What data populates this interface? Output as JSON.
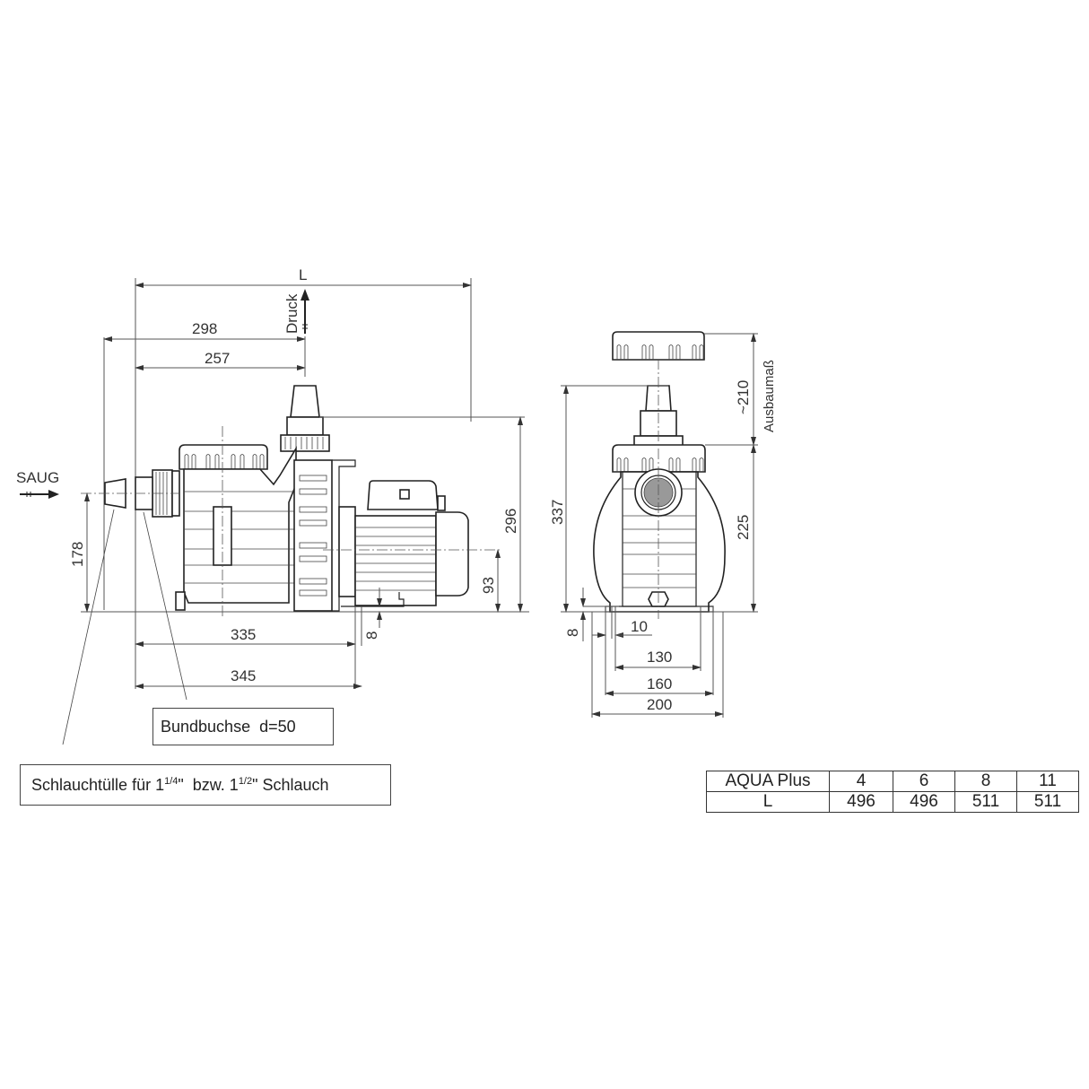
{
  "drawing": {
    "title": "AQUA Plus pump dimensional drawing",
    "side_view": {
      "labels": {
        "length": "L",
        "pressure": "Druck",
        "suction": "SAUG",
        "dim_298": "298",
        "dim_257": "257",
        "dim_296": "296",
        "dim_178": "178",
        "dim_93": "93",
        "dim_8": "8",
        "dim_335": "335",
        "dim_345": "345"
      }
    },
    "front_view": {
      "labels": {
        "removal_dim": "~210",
        "removal_label": "Ausbaumaß",
        "dim_337": "337",
        "dim_225": "225",
        "dim_8": "8",
        "dim_10": "10",
        "dim_130": "130",
        "dim_160": "160",
        "dim_200": "200"
      }
    },
    "callouts": {
      "flange_bushing": "Bundbuchse  d=50",
      "hose_tail_pre": "Schlauchtülle für 1",
      "hose_tail_frac1": "1/4",
      "hose_tail_mid": "\"  bzw. 1",
      "hose_tail_frac2": "1/2",
      "hose_tail_post": "\" Schlauch"
    },
    "spec_table": {
      "header": [
        "AQUA Plus",
        "4",
        "6",
        "8",
        "11"
      ],
      "row": [
        "L",
        "496",
        "496",
        "511",
        "511"
      ]
    }
  }
}
